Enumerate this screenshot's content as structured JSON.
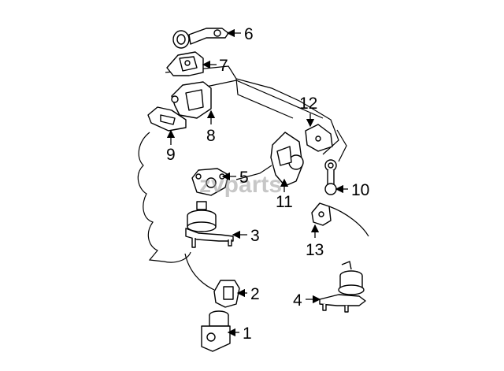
{
  "watermark": "zvparts",
  "callouts": {
    "c1": "1",
    "c2": "2",
    "c3": "3",
    "c4": "4",
    "c5": "5",
    "c6": "6",
    "c7": "7",
    "c8": "8",
    "c9": "9",
    "c10": "10",
    "c11": "11",
    "c12": "12",
    "c13": "13"
  }
}
